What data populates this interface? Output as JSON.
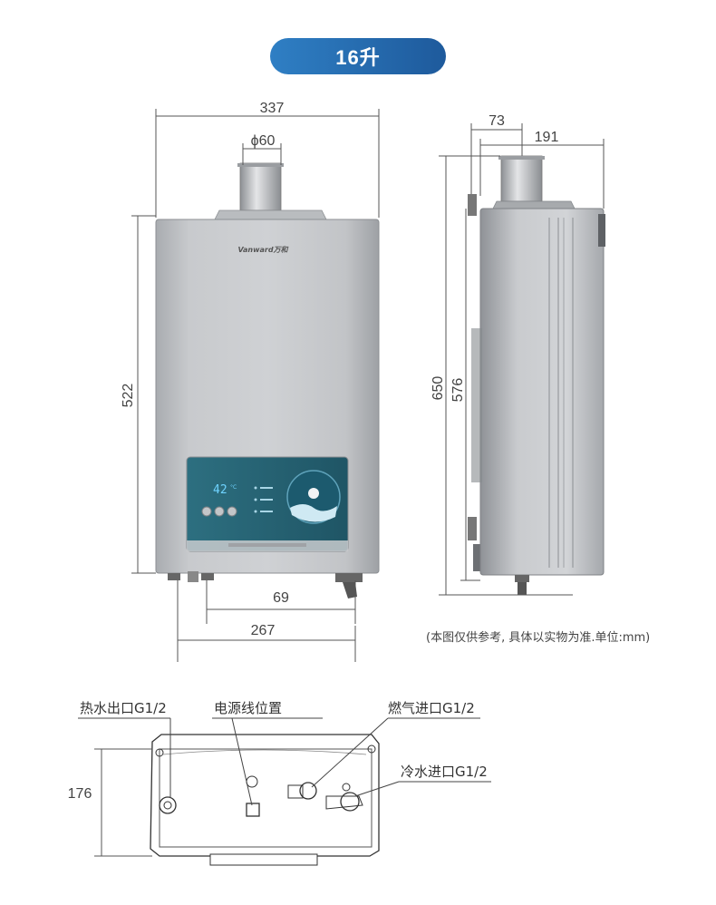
{
  "title": "16升",
  "brand": "Vanward万和",
  "display_temp": "42",
  "display_unit": "°C",
  "front": {
    "width": "337",
    "height": "522",
    "flue": "ϕ60",
    "pipe_span": "69",
    "mount_span": "267"
  },
  "side": {
    "flue_offset": "73",
    "depth": "191",
    "total_height": "650",
    "body_height": "576"
  },
  "bottom": {
    "depth": "176"
  },
  "labels": {
    "hot_out": "热水出口G1/2",
    "power": "电源线位置",
    "gas_in": "燃气进口G1/2",
    "cold_in": "冷水进口G1/2"
  },
  "note": "(本图仅供参考, 具体以实物为准.单位:mm)"
}
